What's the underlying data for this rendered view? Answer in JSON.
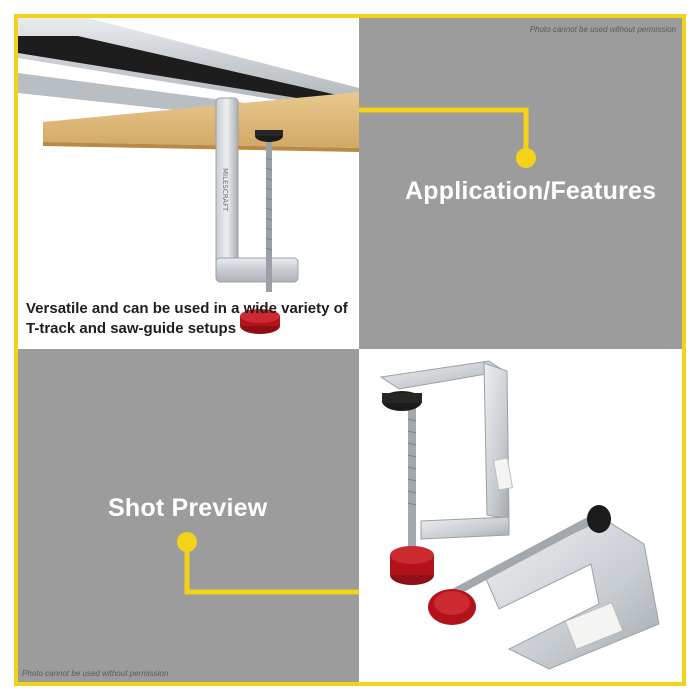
{
  "panels": {
    "top_right": {
      "title": "Application/Features",
      "notice": "Photo cannot be used without permission"
    },
    "bottom_left": {
      "title": "Shot Preview",
      "notice": "Photo cannot be used without permission"
    },
    "top_left": {
      "caption_line1": "Versatile and can be used in a wide variety of",
      "caption_line2": "T-track and saw-guide setups"
    }
  },
  "colors": {
    "accent": "#f3d21a",
    "panel_gray": "#9c9c9c",
    "knob_red": "#b3121b"
  },
  "icons": [
    "clamp-under-rail-photo",
    "pair-of-clamps-photo",
    "connector-dot"
  ]
}
